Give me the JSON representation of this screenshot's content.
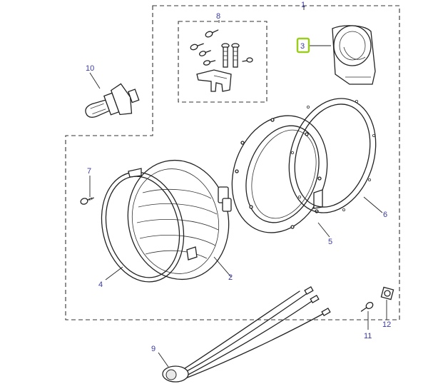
{
  "diagram": {
    "callouts": [
      {
        "id": "c1",
        "text": "1"
      },
      {
        "id": "c2",
        "text": "2"
      },
      {
        "id": "c3",
        "text": "3"
      },
      {
        "id": "c4",
        "text": "4"
      },
      {
        "id": "c5",
        "text": "5"
      },
      {
        "id": "c6",
        "text": "6"
      },
      {
        "id": "c7",
        "text": "7"
      },
      {
        "id": "c8",
        "text": "8"
      },
      {
        "id": "c9",
        "text": "9"
      },
      {
        "id": "c10",
        "text": "10"
      },
      {
        "id": "c11",
        "text": "11"
      },
      {
        "id": "c12",
        "text": "12"
      }
    ],
    "highlighted_callout": "3",
    "highlight_color": "#9acd1e",
    "label_color": "#3a3aa0"
  }
}
